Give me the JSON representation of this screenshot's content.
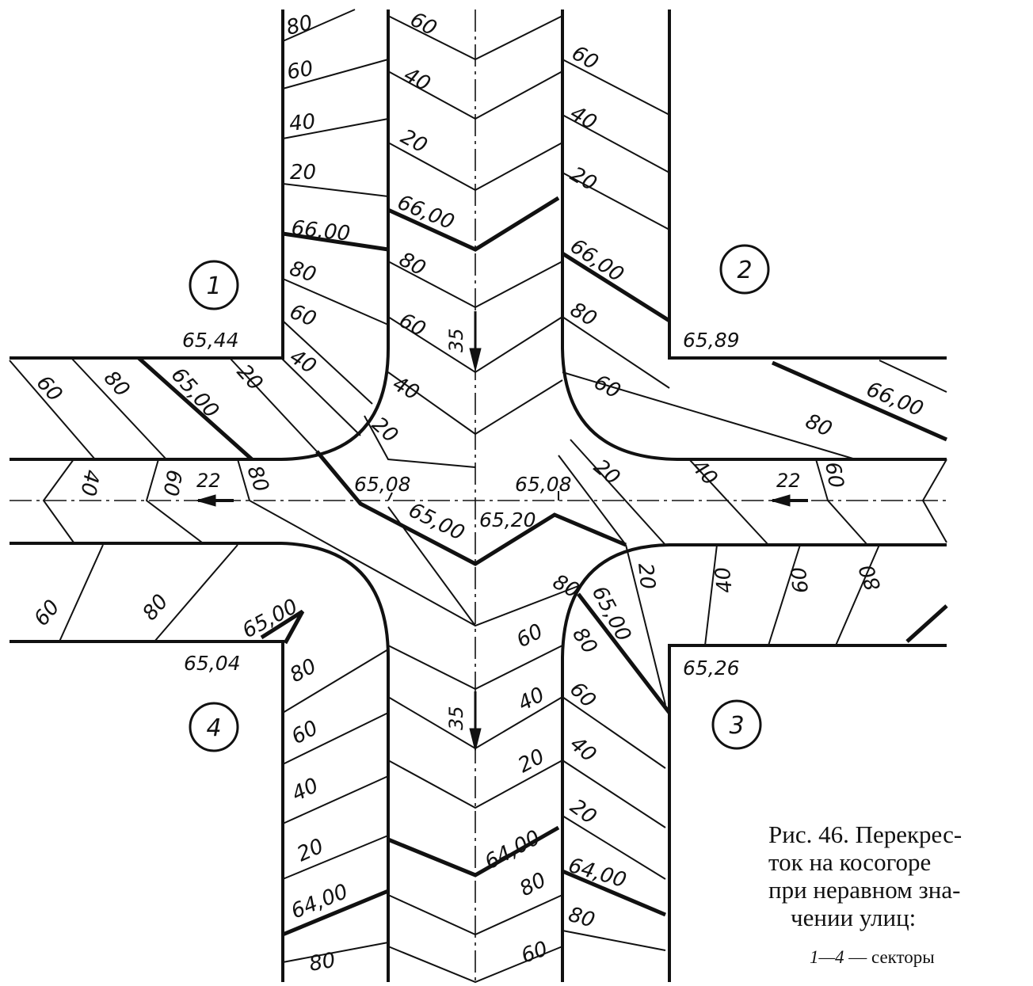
{
  "figure": {
    "caption_lines": [
      "Рис. 46. Перекрес-",
      "ток на косогоре",
      "при неравном зна-",
      "чении улиц:"
    ],
    "legend_range": "1—4",
    "legend_text": " — секторы"
  },
  "sectors": [
    "1",
    "2",
    "3",
    "4"
  ],
  "corner_elevations": [
    "65,44",
    "65,89",
    "65,26",
    "65,04"
  ],
  "main_contours": [
    "66,00",
    "66,00",
    "66,00",
    "66,00",
    "65,00",
    "65,00",
    "65,00",
    "65,00",
    "64,00",
    "64,00",
    "64,00"
  ],
  "center_elevations": [
    "65,08",
    "65,08",
    "65,20"
  ],
  "slopes": [
    "35",
    "35",
    "22",
    "22"
  ],
  "contour_labels": {
    "north_left_sidewalk": [
      "80",
      "60",
      "40",
      "20",
      "80",
      "60",
      "40"
    ],
    "north_carriageway": [
      "60",
      "40",
      "20",
      "80",
      "60",
      "40",
      "20"
    ],
    "north_right_sidewalk": [
      "60",
      "40",
      "20",
      "80"
    ],
    "west_band": [
      "60",
      "80",
      "20",
      "40",
      "80",
      "60",
      "80",
      "60"
    ],
    "east_band": [
      "60",
      "80",
      "20",
      "40",
      "60",
      "20",
      "40",
      "60",
      "80"
    ],
    "south_left_sidewalk": [
      "80",
      "60",
      "40",
      "20",
      "80"
    ],
    "south_carriageway": [
      "80",
      "60",
      "40",
      "20",
      "80",
      "60"
    ],
    "south_right_sidewalk": [
      "80",
      "60",
      "40",
      "20",
      "80"
    ]
  }
}
